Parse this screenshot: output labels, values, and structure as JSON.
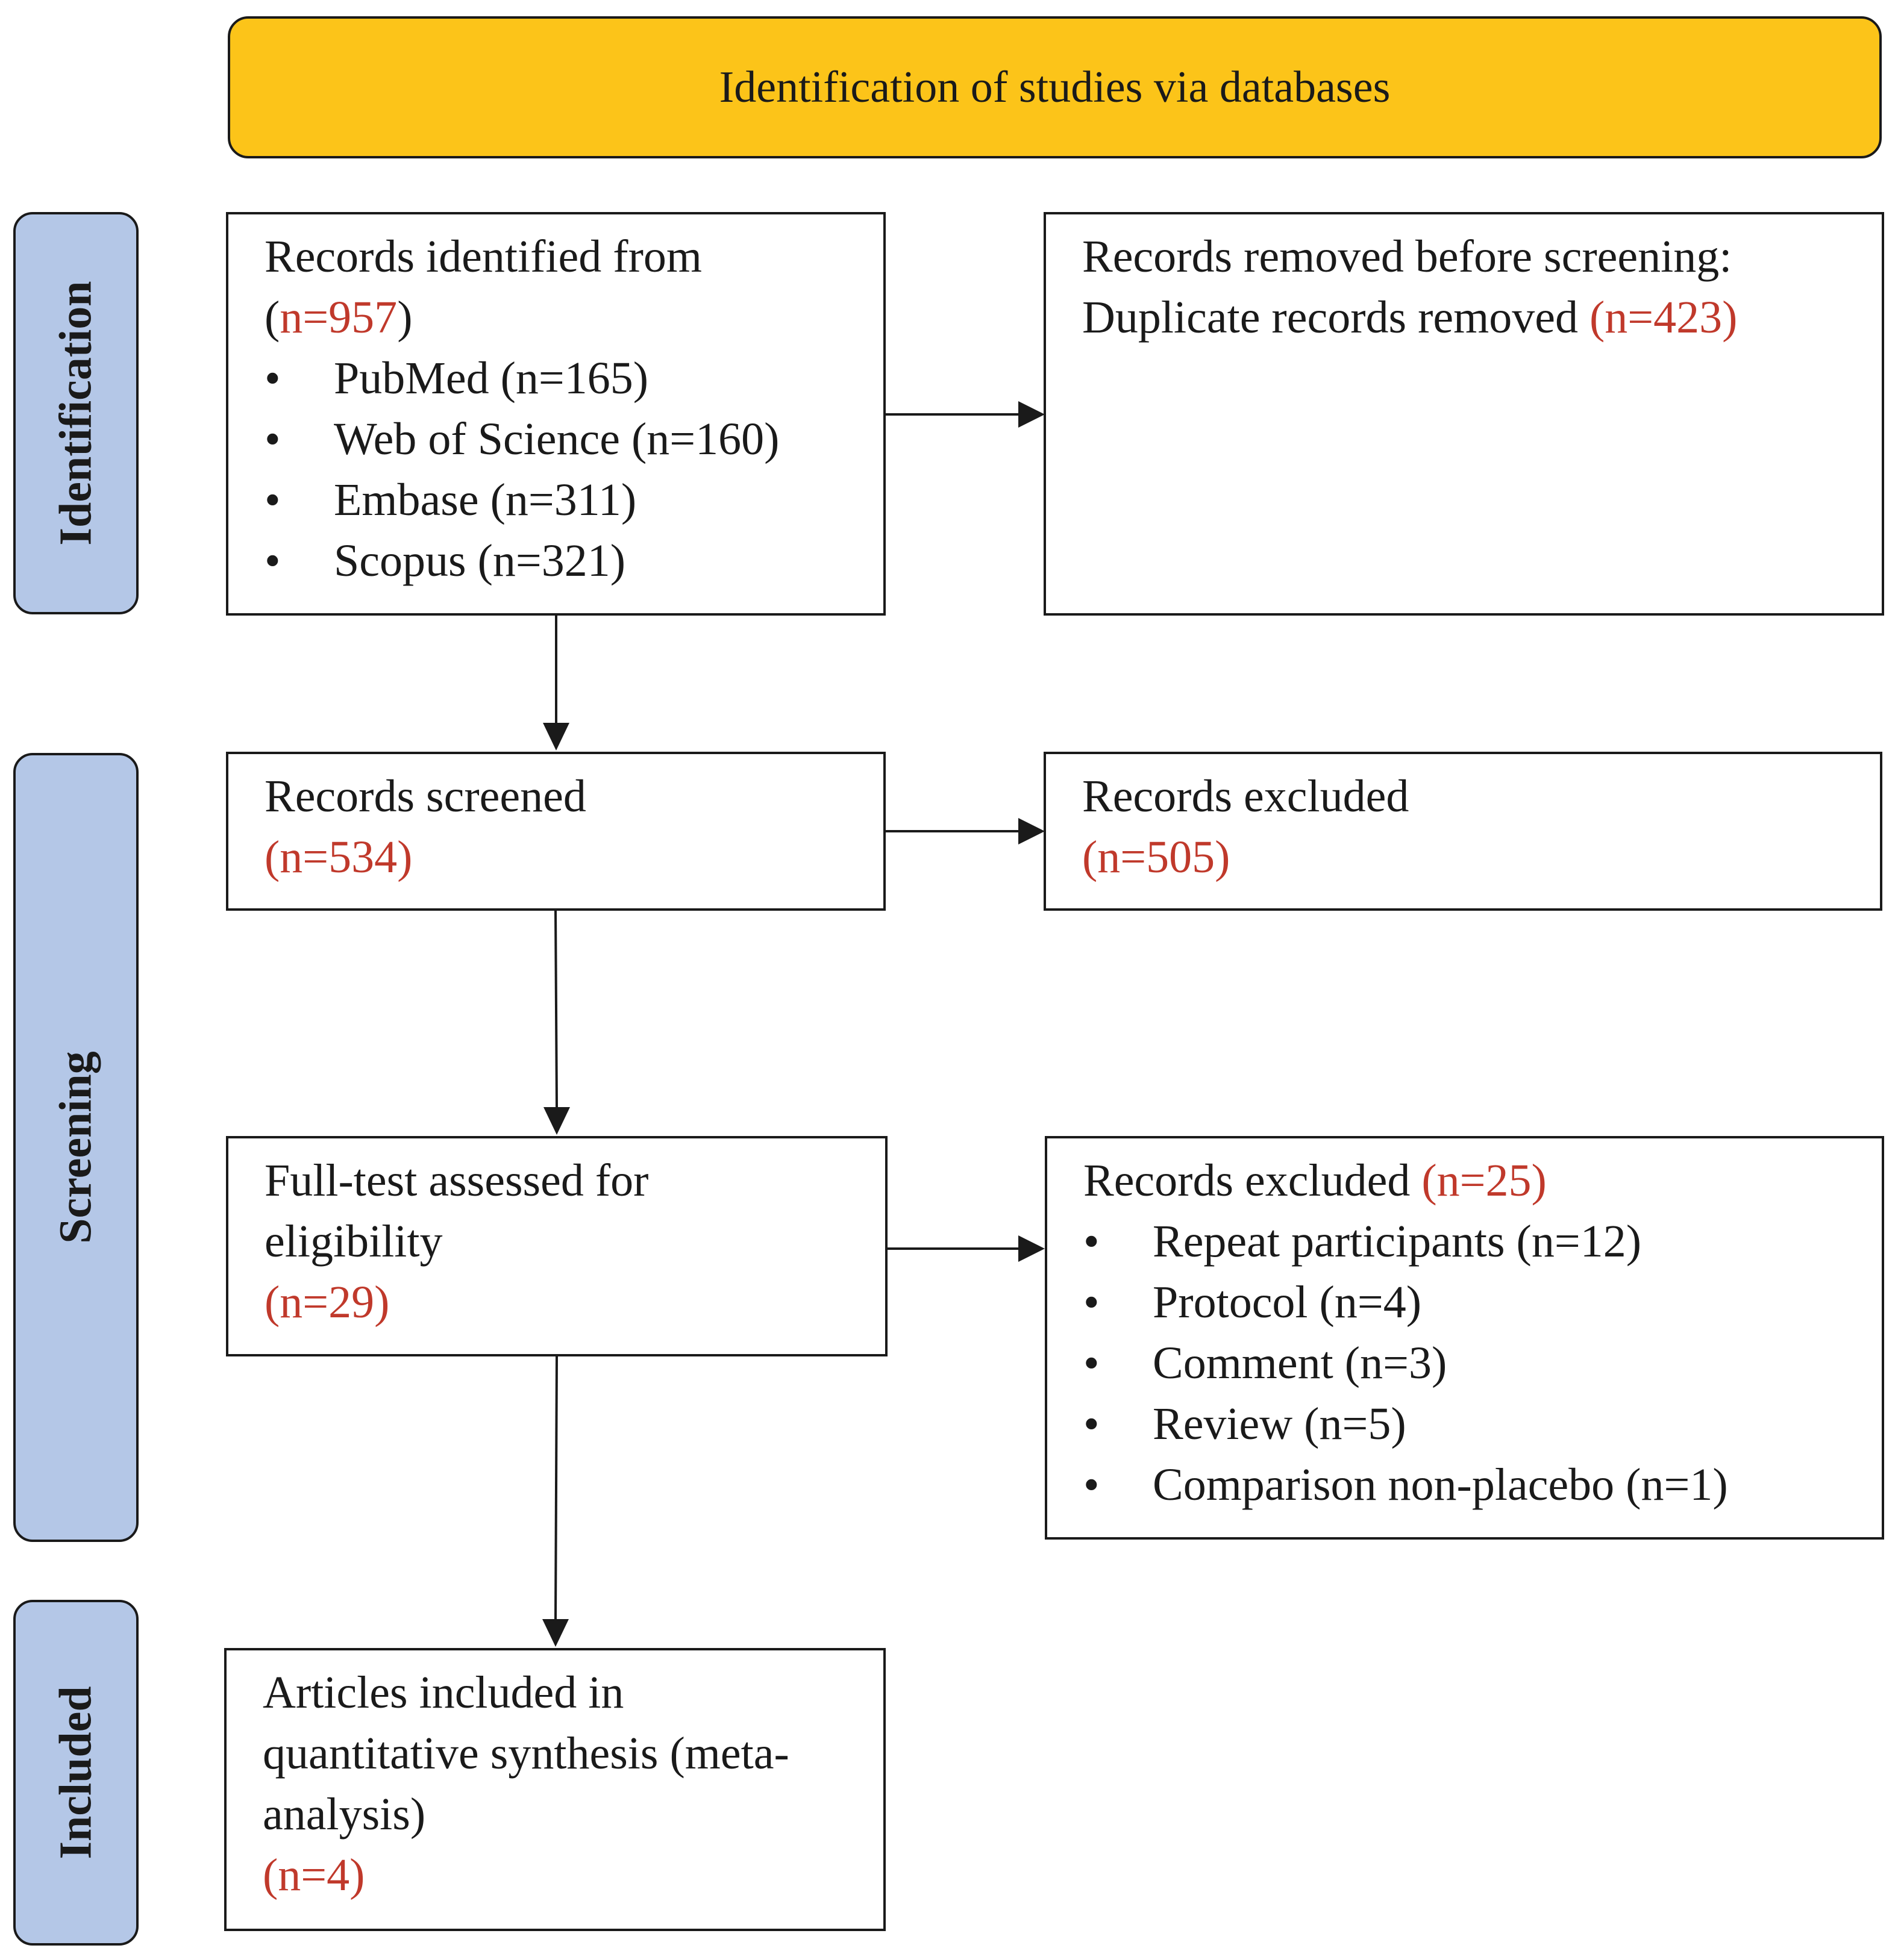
{
  "header": {
    "title": "Identification of studies via databases"
  },
  "phases": {
    "identification": "Identification",
    "screening": "Screening",
    "included": "Included"
  },
  "identified": {
    "line1": "Records identified from",
    "n_open": "(",
    "n": "n=957",
    "n_close": ")",
    "sources": [
      "PubMed (n=165)",
      "Web of Science (n=160)",
      "Embase (n=311)",
      "Scopus (n=321)"
    ]
  },
  "removed": {
    "line1": "Records removed before screening:",
    "line2": "Duplicate records removed ",
    "n": "(n=423)"
  },
  "screened": {
    "line1": "Records screened",
    "n": "(n=534)"
  },
  "excluded_screening": {
    "line1": "Records excluded",
    "n": "(n=505)"
  },
  "fulltext": {
    "line1": "Full-test assessed for",
    "line2": "eligibility",
    "n": "(n=29)"
  },
  "excluded_fulltext": {
    "line1": "Records excluded ",
    "n": "(n=25)",
    "reasons": [
      "Repeat participants (n=12)",
      "Protocol (n=4)",
      "Comment (n=3)",
      "Review (n=5)",
      "Comparison non-placebo (n=1)"
    ]
  },
  "included": {
    "line1": "Articles included in",
    "line2": "quantitative synthesis (meta-",
    "line3": "analysis)",
    "n": "(n=4)"
  },
  "colors": {
    "header_fill": "#FCC419",
    "phase_fill": "#B4C7E7",
    "count_red": "#C0392B",
    "border": "#1a1a1a"
  }
}
